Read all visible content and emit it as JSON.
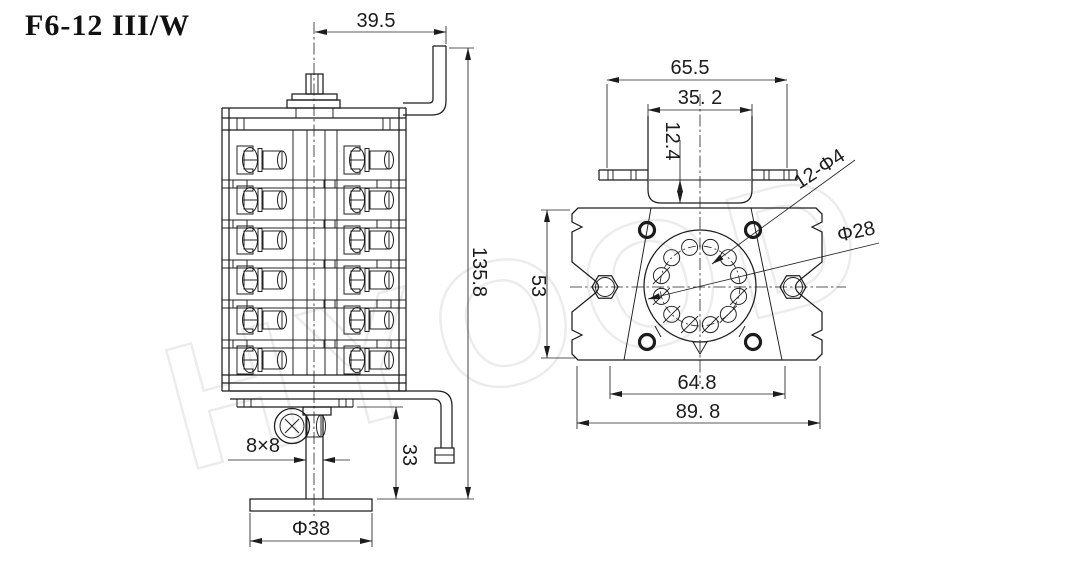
{
  "title": "F6-12 III/W",
  "watermark": "HYOOD",
  "dimensions": {
    "shaft_offset": "39.5",
    "overall_height": "135.8",
    "square_shaft": "8×8",
    "stem_length": "33",
    "knob_diameter": "Φ38",
    "flange_span": "65.5",
    "bracket_inner_width": "35. 2",
    "bracket_depth": "12.4",
    "plate_height": "53",
    "mounting_holes": "12-Φ4",
    "bolt_circle": "Φ28",
    "lower_span": "64.8",
    "plate_width": "89. 8"
  }
}
